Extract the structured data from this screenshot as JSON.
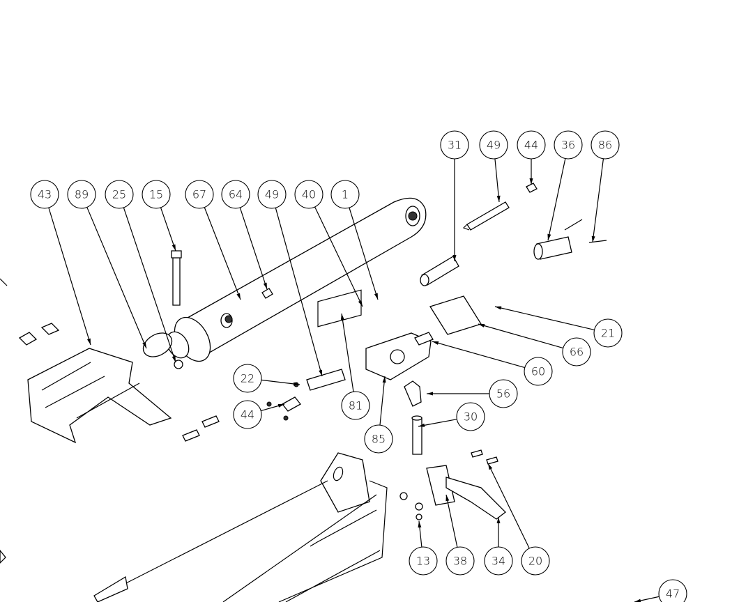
{
  "diagram": {
    "type": "exploded-parts-diagram",
    "callouts": [
      "43",
      "89",
      "25",
      "15",
      "67",
      "64",
      "49",
      "40",
      "1",
      "31",
      "49",
      "44",
      "36",
      "86",
      "21",
      "66",
      "60",
      "56",
      "30",
      "22",
      "44",
      "81",
      "85",
      "13",
      "38",
      "34",
      "20",
      "47"
    ]
  }
}
